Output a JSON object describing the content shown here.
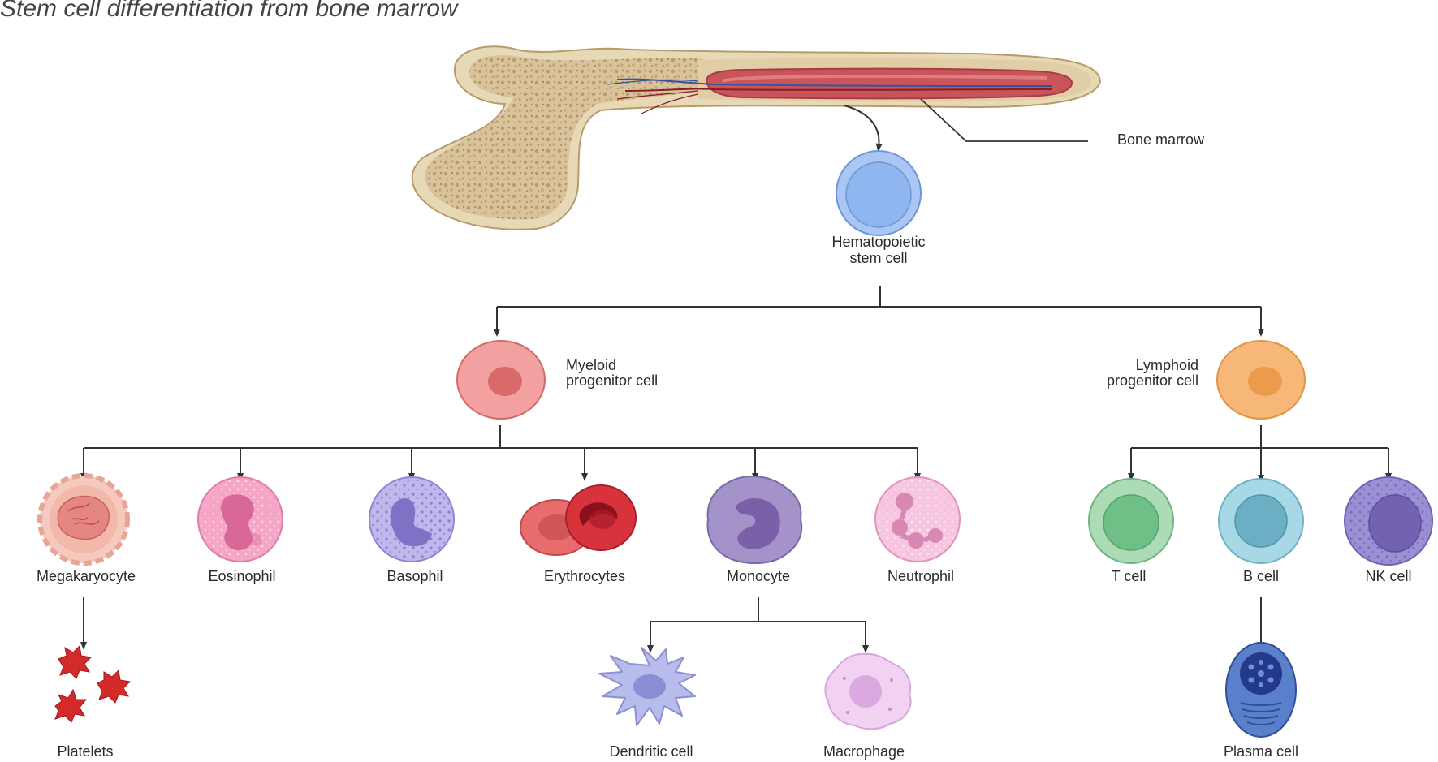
{
  "title": "Stem cell differentiation from bone marrow",
  "labels": {
    "bone_marrow": "Bone marrow",
    "hsc_line1": "Hematopoietic",
    "hsc_line2": "stem cell",
    "myeloid_line1": "Myeloid",
    "myeloid_line2": "progenitor cell",
    "lymphoid_line1": "Lymphoid",
    "lymphoid_line2": "progenitor cell",
    "megakaryocyte": "Megakaryocyte",
    "eosinophil": "Eosinophil",
    "basophil": "Basophil",
    "erythrocytes": "Erythrocytes",
    "monocyte": "Monocyte",
    "neutrophil": "Neutrophil",
    "t_cell": "T cell",
    "b_cell": "B cell",
    "nk_cell": "NK cell",
    "platelets": "Platelets",
    "dendritic_cell": "Dendritic cell",
    "macrophage": "Macrophage",
    "plasma_cell": "Plasma cell"
  },
  "colors": {
    "bone": "#d9c7a3",
    "marrow": "#c9545a",
    "hsc": "#8fb6ef",
    "myeloid": "#ec8e8e",
    "lymphoid": "#f5b06a",
    "eosinophil": "#ef9bc0",
    "basophil": "#9c94d6",
    "erythrocyte": "#d8323c",
    "monocyte": "#8e78b6",
    "neutrophil": "#f0b3d0",
    "t_cell": "#8ccf9e",
    "b_cell": "#89c6d8",
    "nk_cell": "#8577c4",
    "platelet": "#d42a2a",
    "dendritic": "#aab0e6",
    "macrophage": "#edc9ee",
    "plasma": "#4e76c2"
  }
}
